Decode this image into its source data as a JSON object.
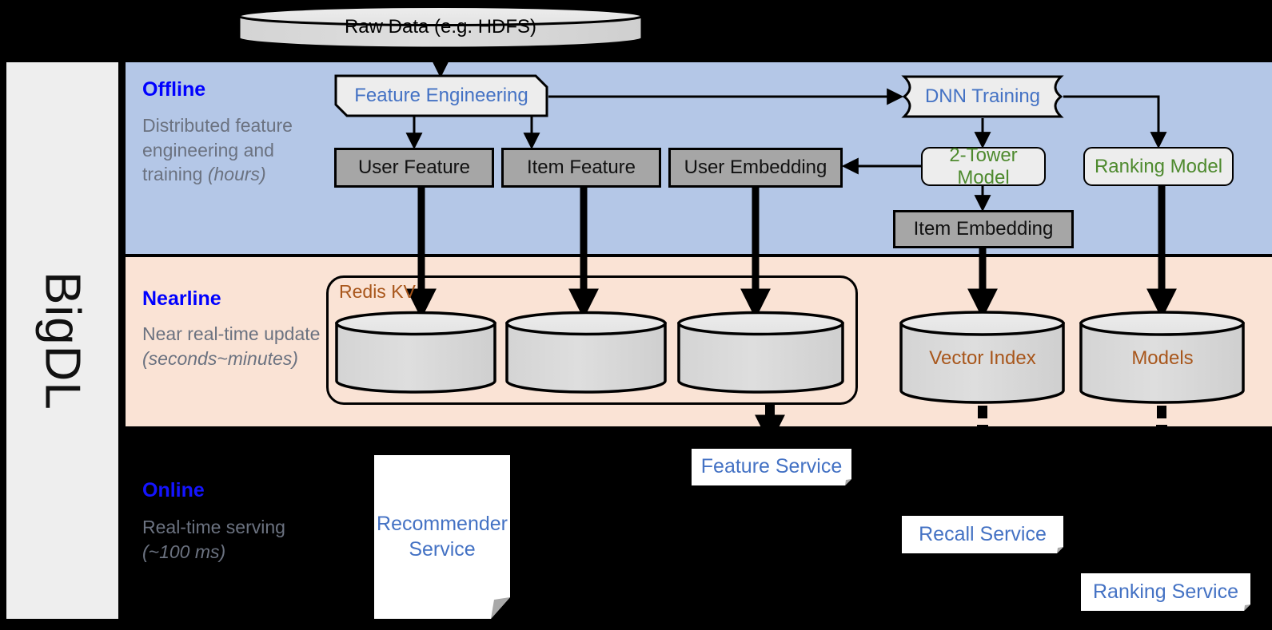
{
  "rail": {
    "label": "BigDL"
  },
  "bands": {
    "offline": {
      "title": "Offline",
      "subtitle": "Distributed feature engineering and training (hours)",
      "sub_plain": "Distributed feature engineering and training ",
      "sub_italic": "(hours)",
      "bg": "#b4c7e7"
    },
    "nearline": {
      "title": "Nearline",
      "subtitle": "Near real-time update (seconds~minutes)",
      "sub_plain": "Near real-time update ",
      "sub_italic": "(seconds~minutes)",
      "bg": "#fae3d5"
    },
    "online": {
      "title": "Online",
      "subtitle": "Real-time serving (~100 ms)",
      "sub_plain": "Real-time serving ",
      "sub_italic": "(~100 ms)",
      "bg": "#000000"
    }
  },
  "source": {
    "label": "Raw Data (e.g. HDFS)"
  },
  "offline_nodes": {
    "feature_engineering": "Feature Engineering",
    "dnn_training": "DNN Training",
    "user_feature": "User Feature",
    "item_feature": "Item Feature",
    "user_embedding": "User Embedding",
    "two_tower_model": "2-Tower Model",
    "ranking_model": "Ranking Model",
    "item_embedding": "Item Embedding"
  },
  "nearline_nodes": {
    "redis_kv": "Redis KV",
    "store_user_feature": "",
    "store_item_feature": "",
    "store_user_embedding": "",
    "vector_index": "Vector Index",
    "models": "Models"
  },
  "online_nodes": {
    "recommender_service": "Recommender Service",
    "feature_service": "Feature Service",
    "recall_service": "Recall Service",
    "ranking_service": "Ranking Service"
  },
  "colors": {
    "band_offline": "#b4c7e7",
    "band_nearline": "#fae3d5",
    "band_online": "#000000",
    "gray_node": "#a6a6a6",
    "light_node": "#ededed",
    "accent_blue_text": "#4472c4",
    "accent_green_text": "#4e8a2e",
    "accent_brown_text": "#a8561b",
    "title_blue": "#0000ff",
    "caption_gray": "#6b7280",
    "rail_bg": "#eeeeee"
  }
}
